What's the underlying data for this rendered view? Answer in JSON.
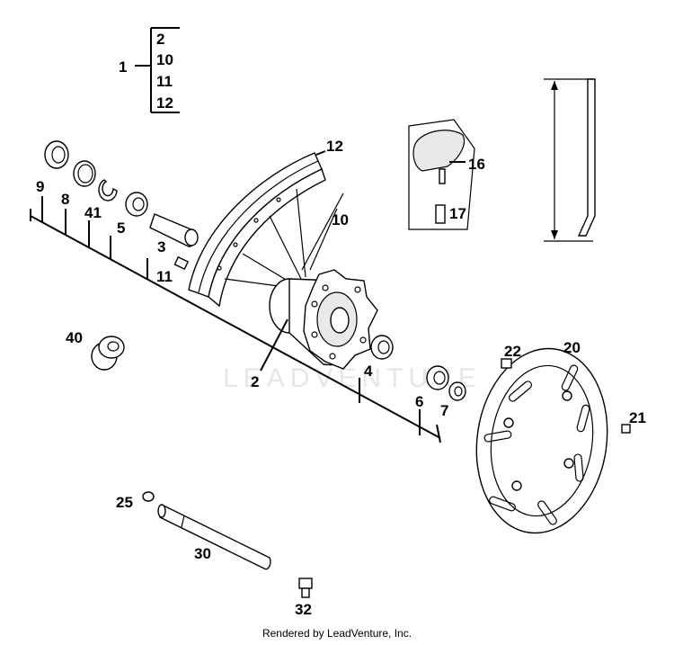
{
  "watermark": "LEADVENTURE",
  "footer": "Rendered by LeadVenture, Inc.",
  "callouts": {
    "c1": "1",
    "g2": "2",
    "g10": "10",
    "g11": "11",
    "g12": "12",
    "c9": "9",
    "c8": "8",
    "c41": "41",
    "c5": "5",
    "c3": "3",
    "c11": "11",
    "c12": "12",
    "c10": "10",
    "c16": "16",
    "c17": "17",
    "c40": "40",
    "c2": "2",
    "c4": "4",
    "c6": "6",
    "c7": "7",
    "c22": "22",
    "c20": "20",
    "c21": "21",
    "c25": "25",
    "c30": "30",
    "c32": "32"
  }
}
